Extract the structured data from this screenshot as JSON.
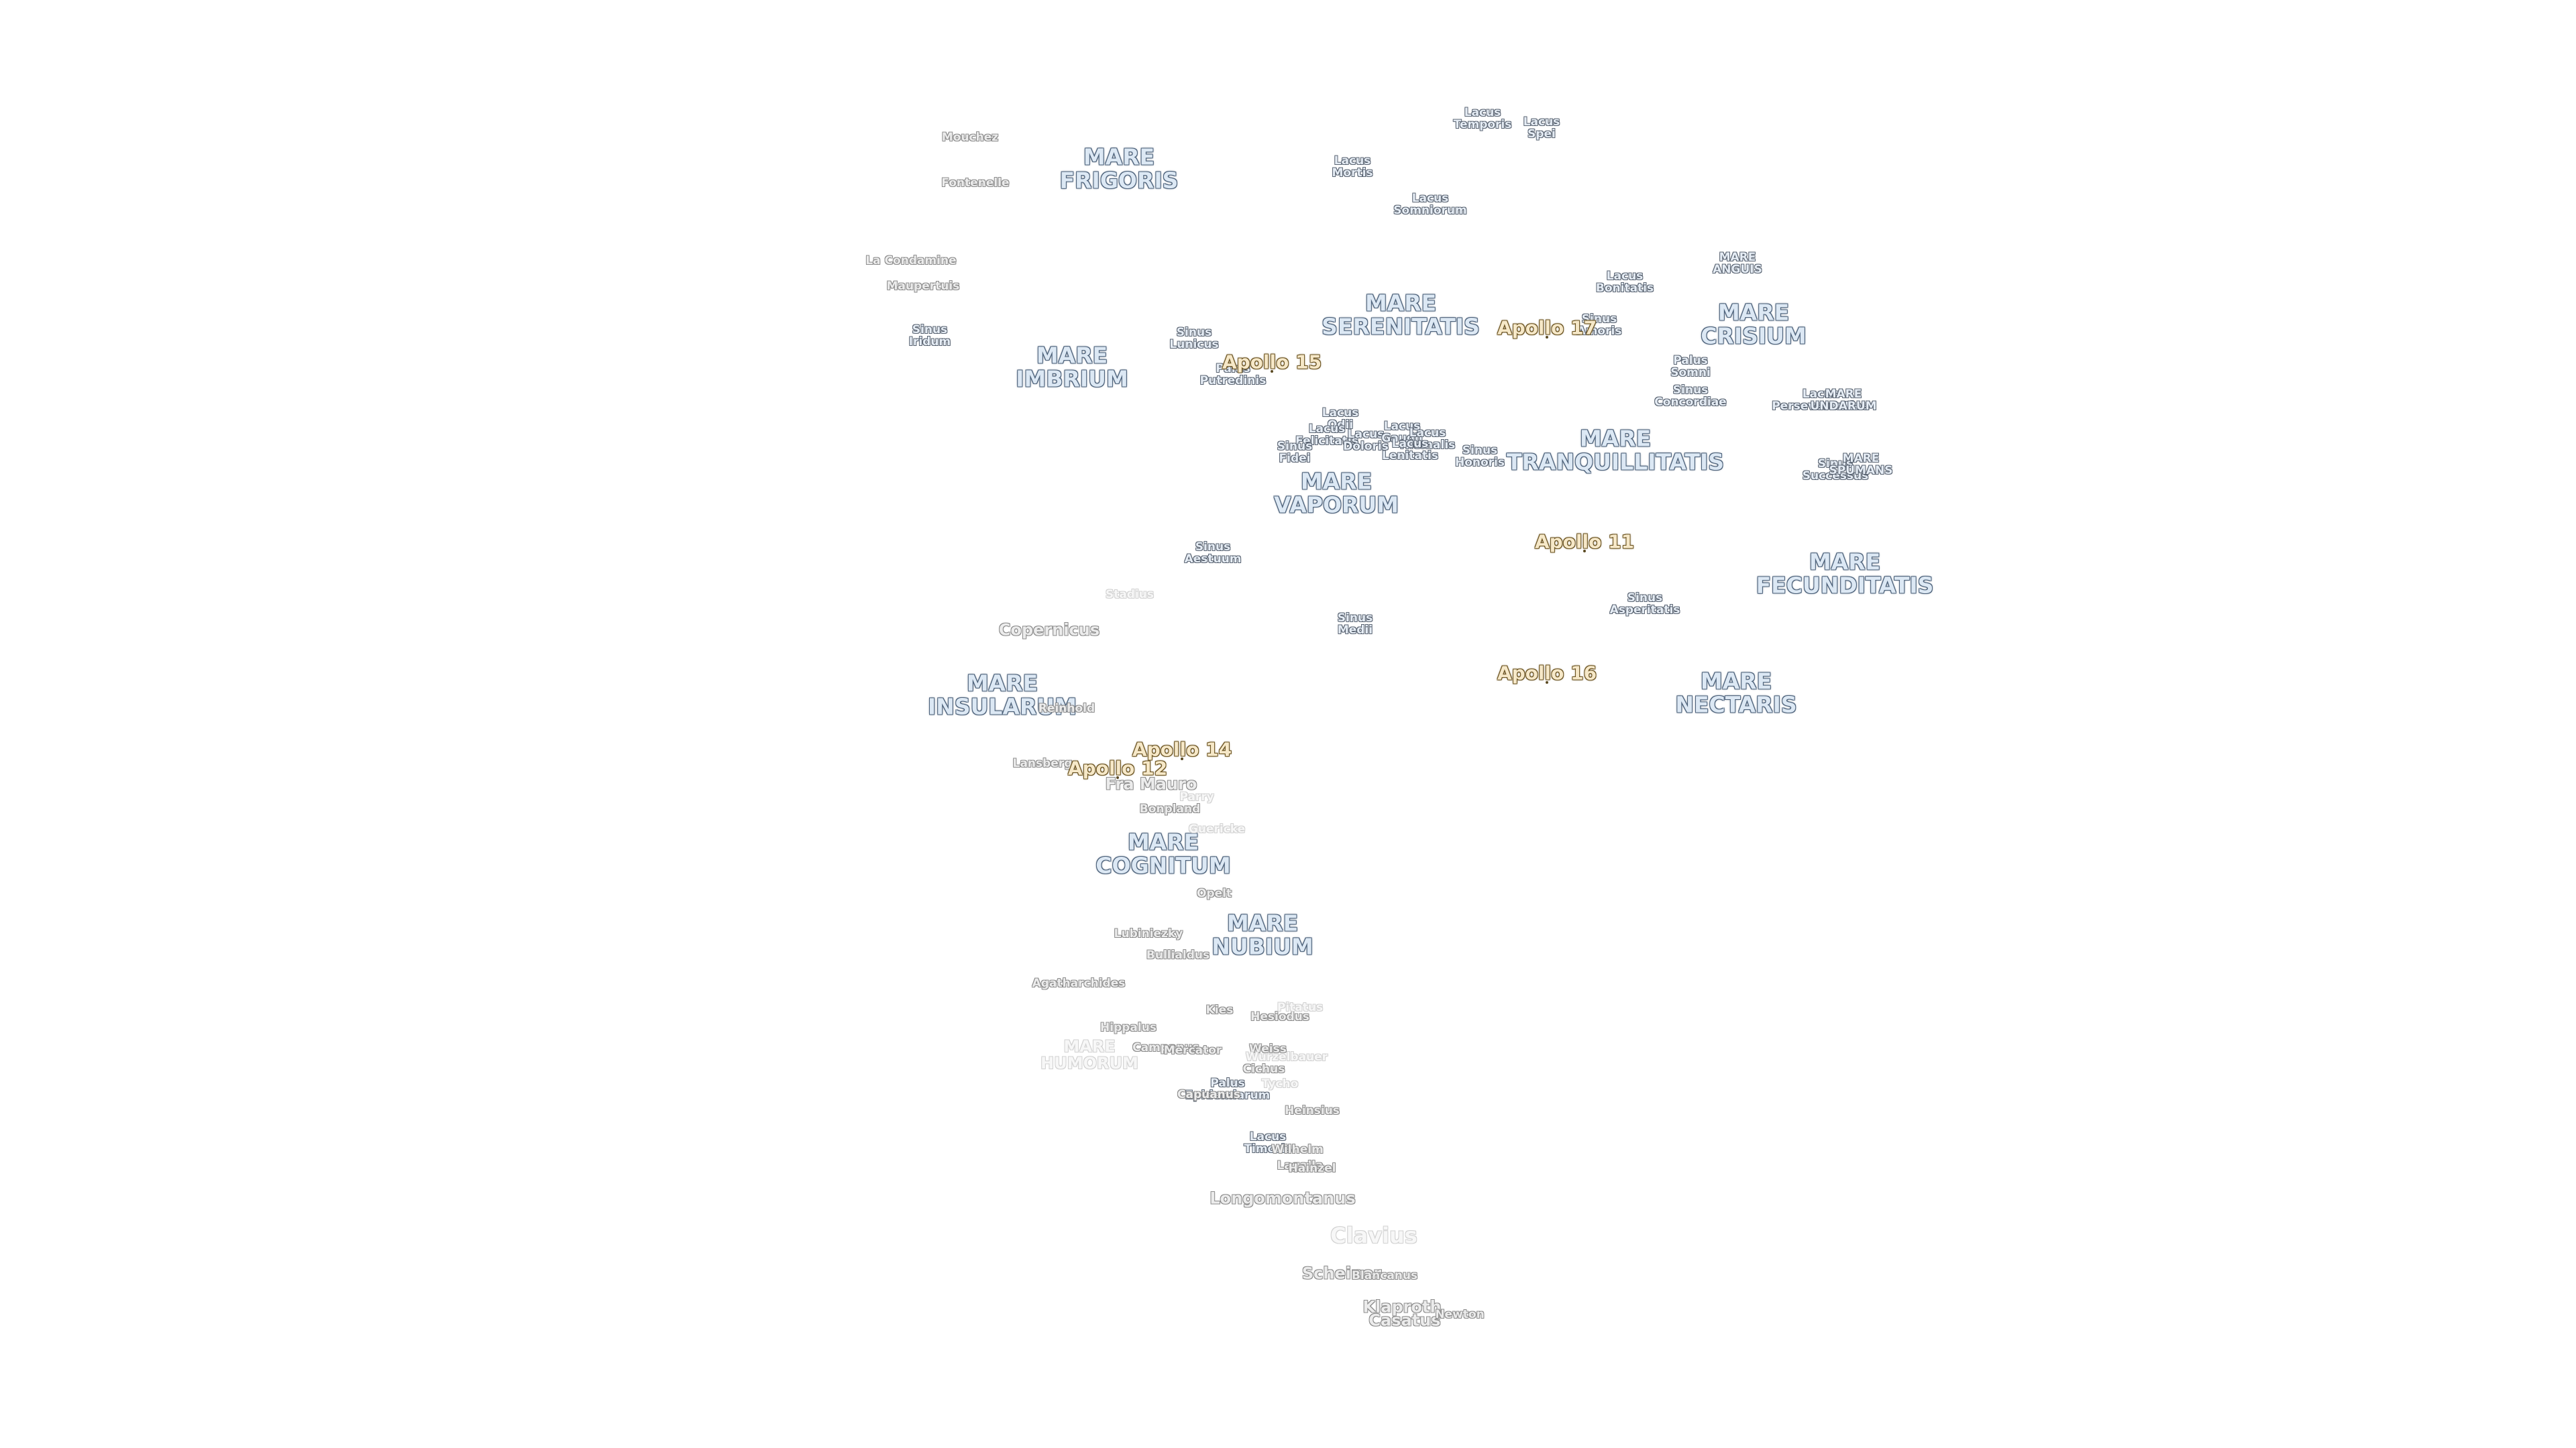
{
  "maria": [
    {
      "name": "MARE\nFRIGORIS"
    },
    {
      "name": "MARE\nIMBRIUM"
    },
    {
      "name": "MARE\nSERENITATIS"
    },
    {
      "name": "MARE\nTRANQUILLITATIS"
    },
    {
      "name": "MARE\nCRISIUM"
    },
    {
      "name": "MARE\nFECUNDITATIS"
    },
    {
      "name": "MARE\nNECTARIS"
    },
    {
      "name": "MARE\nINSULARUM"
    },
    {
      "name": "MARE\nCOGNITUM"
    },
    {
      "name": "MARE\nNUBIUM"
    },
    {
      "name": "MARE\nVAPORUM"
    }
  ],
  "minor_features": [
    {
      "name": "Lacus\nTemporis"
    },
    {
      "name": "Lacus\nSpei"
    },
    {
      "name": "Lacus\nMortis"
    },
    {
      "name": "Lacus\nSomniorum"
    },
    {
      "name": "Lacus\nBonitatis"
    },
    {
      "name": "MARE\nANGUIS"
    },
    {
      "name": "Sinus\nAmoris"
    },
    {
      "name": "Sinus\nIridum"
    },
    {
      "name": "Sinus\nLunicus"
    },
    {
      "name": "Palus\nPutredinis"
    },
    {
      "name": "Palus\nSomni"
    },
    {
      "name": "Sinus\nConcordiae"
    },
    {
      "name": "Lacus\nPerseverantiae"
    },
    {
      "name": "MARE\nUNDARUM"
    },
    {
      "name": "Lacus\nOdii"
    },
    {
      "name": "Lacus\nFelicitatis"
    },
    {
      "name": "Lacus\nDoloris"
    },
    {
      "name": "Lacus\nGaudii"
    },
    {
      "name": "Lacus\nHiemalis"
    },
    {
      "name": "Lacus\nLenitatis"
    },
    {
      "name": "Sinus\nFidei"
    },
    {
      "name": "Sinus\nHonoris"
    },
    {
      "name": "Sinus\nSuccessus"
    },
    {
      "name": "MARE\nSPUMANS"
    },
    {
      "name": "Sinus\nAestuum"
    },
    {
      "name": "Sinus\nMedii"
    },
    {
      "name": "Sinus\nAsperitatis"
    },
    {
      "name": "Palus\nEpidemiarum"
    },
    {
      "name": "Lacus\nTimoris"
    }
  ],
  "craters": [
    {
      "name": "Mouchez",
      "style": "normal"
    },
    {
      "name": "Fontenelle",
      "style": "normal"
    },
    {
      "name": "La Condamine",
      "style": "normal"
    },
    {
      "name": "Maupertuis",
      "style": "normal"
    },
    {
      "name": "Stadius",
      "style": "faint"
    },
    {
      "name": "Copernicus",
      "style": "big"
    },
    {
      "name": "Reinhold",
      "style": "normal"
    },
    {
      "name": "Lansberg",
      "style": "normal"
    },
    {
      "name": "Fra Mauro",
      "style": "big"
    },
    {
      "name": "Parry",
      "style": "faint"
    },
    {
      "name": "Bonpland",
      "style": "normal"
    },
    {
      "name": "Guericke",
      "style": "faint"
    },
    {
      "name": "Opelt",
      "style": "normal"
    },
    {
      "name": "Lubiniezky",
      "style": "normal"
    },
    {
      "name": "Bullialdus",
      "style": "normal"
    },
    {
      "name": "Agatharchides",
      "style": "normal"
    },
    {
      "name": "Kies",
      "style": "normal"
    },
    {
      "name": "Hesiodus",
      "style": "normal"
    },
    {
      "name": "Pitatus",
      "style": "faint"
    },
    {
      "name": "Hippalus",
      "style": "normal"
    },
    {
      "name": "Campanus",
      "style": "normal"
    },
    {
      "name": "Mercator",
      "style": "normal"
    },
    {
      "name": "MARE\nHUMORUM",
      "style": "faint big"
    },
    {
      "name": "Weiss",
      "style": "normal"
    },
    {
      "name": "Cichus",
      "style": "normal"
    },
    {
      "name": "Wurzelbauer",
      "style": "faint"
    },
    {
      "name": "Capuanus",
      "style": "normal"
    },
    {
      "name": "Heinsius",
      "style": "normal"
    },
    {
      "name": "Wilhelm",
      "style": "normal"
    },
    {
      "name": "Longomontanus",
      "style": "big"
    },
    {
      "name": "Clavius",
      "style": "faint xl"
    },
    {
      "name": "Scheiner",
      "style": "big"
    },
    {
      "name": "Blancanus",
      "style": "normal"
    },
    {
      "name": "Klaproth",
      "style": "big"
    },
    {
      "name": "Casatus",
      "style": "big"
    },
    {
      "name": "Newton",
      "style": "normal"
    },
    {
      "name": "Lagalla",
      "style": "normal"
    },
    {
      "name": "Hainzel",
      "style": "normal"
    },
    {
      "name": "Tycho",
      "style": "faint"
    }
  ],
  "apollo_sites": [
    {
      "name": "Apollo 11"
    },
    {
      "name": "Apollo 12"
    },
    {
      "name": "Apollo 14"
    },
    {
      "name": "Apollo 15"
    },
    {
      "name": "Apollo 16"
    },
    {
      "name": "Apollo 17"
    }
  ],
  "colors": {
    "mare_fill": "#dce8f4",
    "mare_outline": "#4a5f78",
    "apollo_fill": "#f6e8c8",
    "crater_outline": "#8c8c8c"
  }
}
